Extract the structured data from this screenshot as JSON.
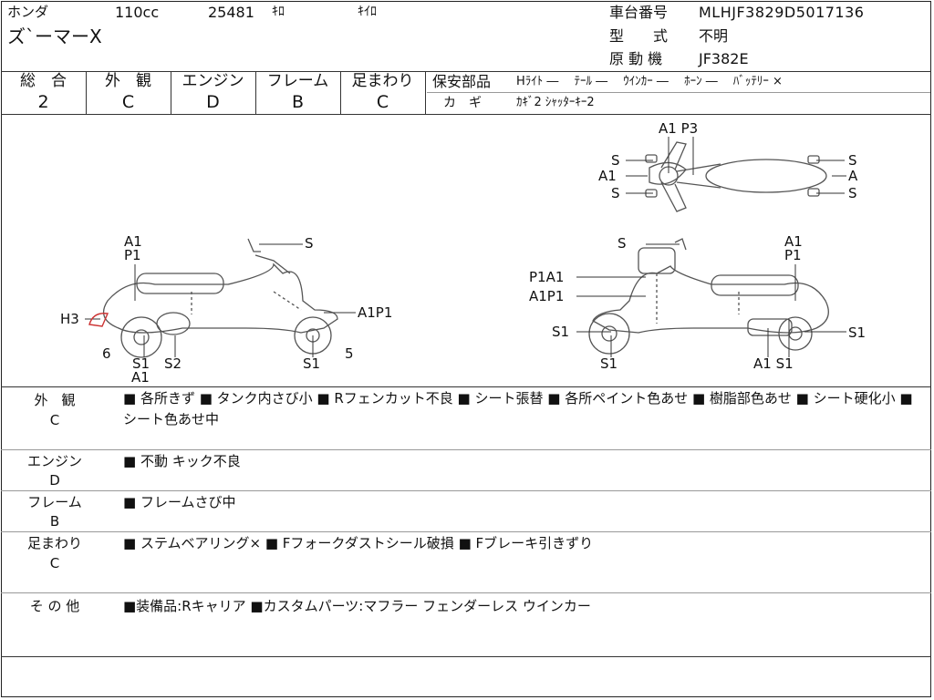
{
  "header": {
    "maker": "ホンダ",
    "displacement": "110cc",
    "mileage": "25481",
    "mileage_unit": "ｷﾛ",
    "mileage_unit2": "ｷｲﾛ",
    "model_name": "ズ`ーマーX",
    "frame_no_label": "車台番号",
    "frame_no": "MLHJF3829D5017136",
    "type_label": "型　　式",
    "type_value": "不明",
    "engine_label": "原 動 機",
    "engine_value": "JF382E"
  },
  "grades": [
    {
      "label": "総　合",
      "value": "2"
    },
    {
      "label": "外　観",
      "value": "C"
    },
    {
      "label": "エンジン",
      "value": "D"
    },
    {
      "label": "フレーム",
      "value": "B"
    },
    {
      "label": "足まわり",
      "value": "C"
    }
  ],
  "safety": {
    "label": "保安部品",
    "items": "Hﾗｲﾄ ―　 ﾃｰﾙ ―　 ｳｲﾝｶｰ ―　 ﾎｰﾝ ―　 ﾊﾞｯﾃﾘｰ ×",
    "key_label": "カ　ギ",
    "key_value": "ｶｷﾞ2 ｼｬｯﾀｰｷｰ2"
  },
  "diagram": {
    "top_labels": [
      "A1 P3",
      "S",
      "A1",
      "S",
      "S",
      "A",
      "S"
    ],
    "left_labels": [
      "A1",
      "P1",
      "S",
      "H3",
      "A1P1",
      "6",
      "S1",
      "A1",
      "S2",
      "S1",
      "5"
    ],
    "right_labels": [
      "S",
      "A1",
      "P1",
      "P1A1",
      "A1P1",
      "S1",
      "S1",
      "S1",
      "A1 S1"
    ]
  },
  "details": [
    {
      "label": "外　観",
      "grade": "C",
      "text": "■ 各所きず ■ タンク内さび小 ■ Rフェンカット不良 ■ シート張替 ■ 各所ペイント色あせ ■ 樹脂部色あせ ■ シート硬化小 ■ シート色あせ中"
    },
    {
      "label": "エンジン",
      "grade": "D",
      "text": "■ 不動 キック不良"
    },
    {
      "label": "フレーム",
      "grade": "B",
      "text": "■ フレームさび中"
    },
    {
      "label": "足まわり",
      "grade": "C",
      "text": "■ ステムベアリング× ■ Fフォークダストシール破損 ■ Fブレーキ引きずり"
    },
    {
      "label": "そ の 他",
      "grade": "",
      "text": "■装備品:Rキャリア ■カスタムパーツ:マフラー フェンダーレス ウインカー"
    }
  ]
}
